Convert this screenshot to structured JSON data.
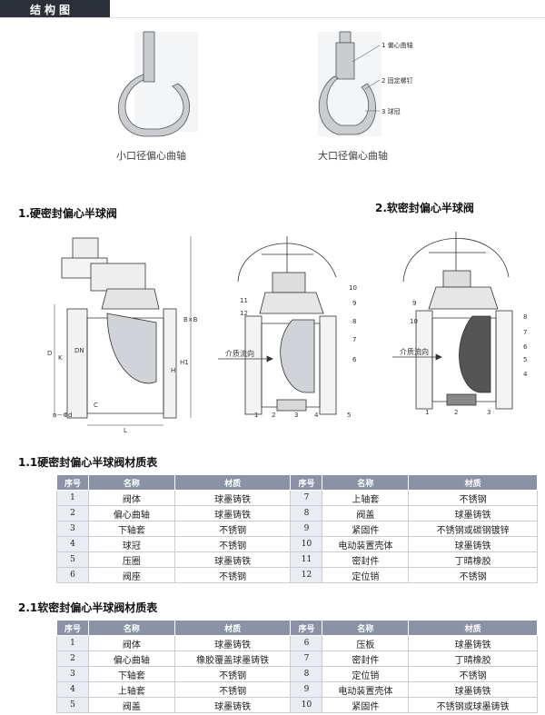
{
  "header": {
    "title": "结构图"
  },
  "shafts": {
    "small_caption": "小口径偏心曲轴",
    "large_caption": "大口径偏心曲轴",
    "labels": [
      "1 偏心曲轴",
      "2 固定螺钉",
      "3 球冠"
    ]
  },
  "sections": {
    "hard_title": "1.硬密封偏心半球阀",
    "soft_title": "2.软密封偏心半球阀"
  },
  "drawings": {
    "flow_label": "介质流向",
    "dim_labels": [
      "D",
      "K",
      "DN",
      "H",
      "L",
      "C",
      "n－Φd",
      "H1",
      "B×B"
    ],
    "hard_part_numbers": [
      "10",
      "11",
      "12",
      "9",
      "8",
      "7",
      "6",
      "1",
      "2",
      "3",
      "4",
      "5"
    ],
    "soft_part_numbers": [
      "9",
      "10",
      "8",
      "7",
      "6",
      "5",
      "4",
      "1",
      "2",
      "3"
    ]
  },
  "table1": {
    "title": "1.1硬密封偏心半球阀材质表",
    "headers": [
      "序号",
      "名称",
      "材质",
      "序号",
      "名称",
      "材质"
    ],
    "rows": [
      [
        "1",
        "阀体",
        "球墨铸铁",
        "7",
        "上轴套",
        "不锈钢"
      ],
      [
        "2",
        "偏心曲轴",
        "球墨铸铁",
        "8",
        "阀盖",
        "球墨铸铁"
      ],
      [
        "3",
        "下轴套",
        "不锈钢",
        "9",
        "紧固件",
        "不锈钢或碳钢镀锌"
      ],
      [
        "4",
        "球冠",
        "不锈钢",
        "10",
        "电动装置壳体",
        "球墨铸铁"
      ],
      [
        "5",
        "压圈",
        "球墨铸铁",
        "11",
        "密封件",
        "丁晴橡胶"
      ],
      [
        "6",
        "阀座",
        "不锈钢",
        "12",
        "定位销",
        "不锈钢"
      ]
    ]
  },
  "table2": {
    "title": "2.1软密封偏心半球阀材质表",
    "headers": [
      "序号",
      "名称",
      "材质",
      "序号",
      "名称",
      "材质"
    ],
    "rows": [
      [
        "1",
        "阀体",
        "球墨铸铁",
        "6",
        "压板",
        "球墨铸铁"
      ],
      [
        "2",
        "偏心曲轴",
        "橡胶覆盖球墨铸铁",
        "7",
        "密封件",
        "丁晴橡胶"
      ],
      [
        "3",
        "下轴套",
        "不锈钢",
        "8",
        "定位销",
        "不锈钢"
      ],
      [
        "4",
        "上轴套",
        "不锈钢",
        "9",
        "电动装置壳体",
        "球墨铸铁"
      ],
      [
        "5",
        "阀盖",
        "球墨铸铁",
        "10",
        "紧固件",
        "不锈钢或球墨铸铁"
      ]
    ]
  }
}
